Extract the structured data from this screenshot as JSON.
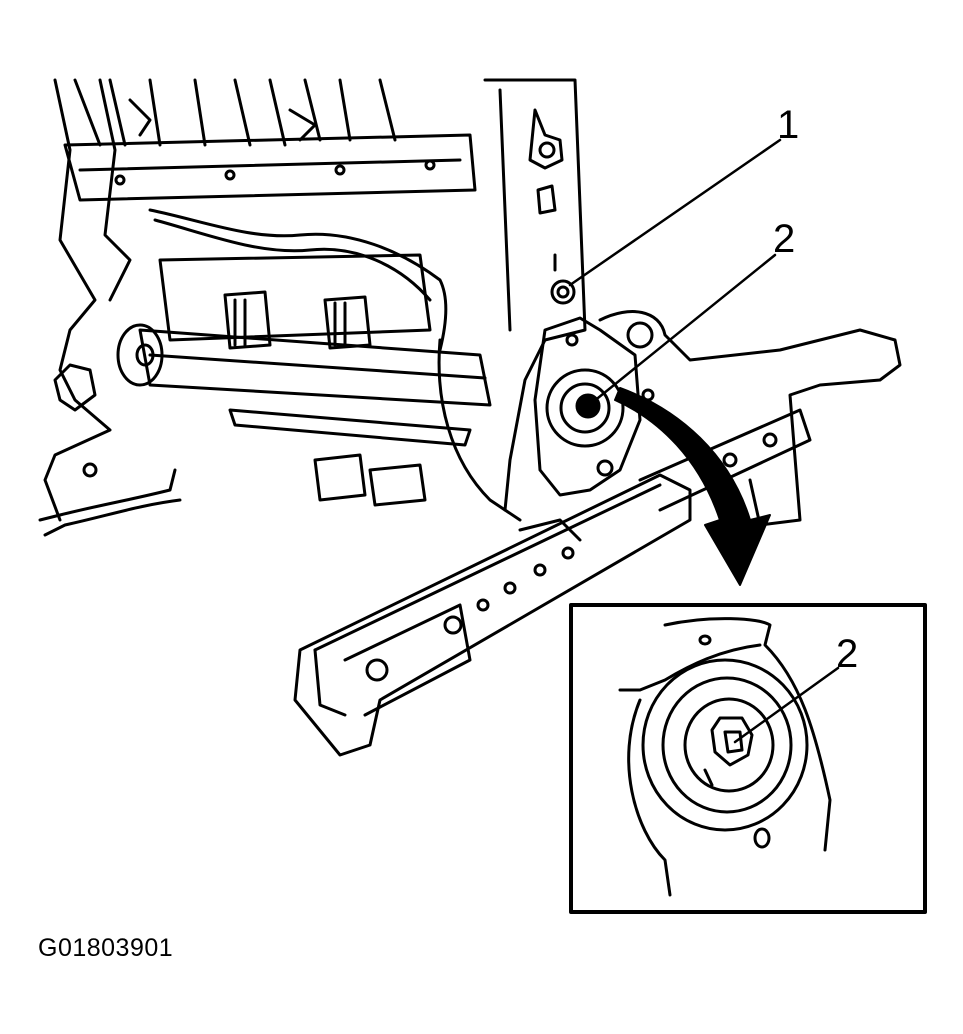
{
  "figure_id": "G01803901",
  "callouts": {
    "one": "1",
    "two": "2",
    "two_inset": "2"
  },
  "colors": {
    "line": "#000000",
    "background": "#ffffff"
  }
}
